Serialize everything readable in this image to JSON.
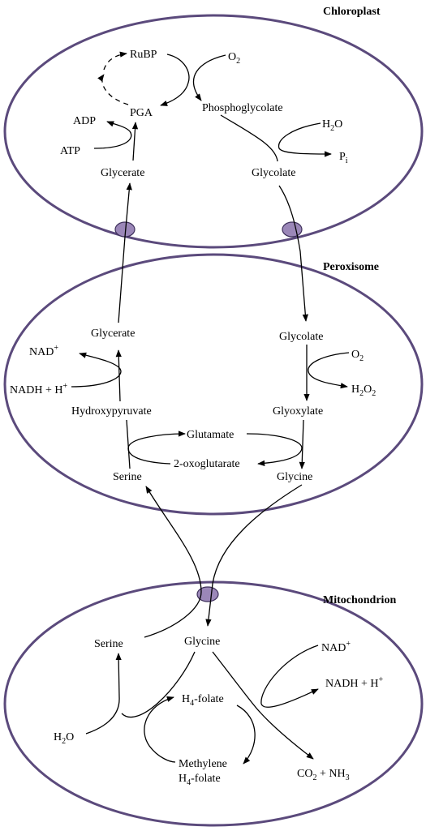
{
  "compartments": {
    "chloroplast": "Chloroplast",
    "peroxisome": "Peroxisome",
    "mitochondrion": "Mitochondrion"
  },
  "chloroplast": {
    "rubp": "RuBP",
    "o2": "O",
    "o2_sub": "2",
    "pga": "PGA",
    "adp": "ADP",
    "atp": "ATP",
    "phosphoglycolate": "Phosphoglycolate",
    "h2o_a": "H",
    "h2o_sub": "2",
    "h2o_b": "O",
    "pi": "P",
    "pi_sub": "i",
    "glycerate": "Glycerate",
    "glycolate": "Glycolate"
  },
  "peroxisome": {
    "glycerate": "Glycerate",
    "nad": "NAD",
    "nad_sup": "+",
    "nadh": "NADH + H",
    "nadh_sup": "+",
    "hydroxypyruvate": "Hydroxypyruvate",
    "glycolate": "Glycolate",
    "o2": "O",
    "o2_sub": "2",
    "h2o2_a": "H",
    "h2o2_sub1": "2",
    "h2o2_b": "O",
    "h2o2_sub2": "2",
    "glyoxylate": "Glyoxylate",
    "glutamate": "Glutamate",
    "oxoglutarate": "2-oxoglutarate",
    "serine": "Serine",
    "glycine": "Glycine"
  },
  "mitochondrion": {
    "serine": "Serine",
    "glycine": "Glycine",
    "nad": "NAD",
    "nad_sup": "+",
    "nadh": "NADH + H",
    "nadh_sup": "+",
    "h4folate_a": "H",
    "h4folate_sub": "4",
    "h4folate_b": "-folate",
    "h2o_a": "H",
    "h2o_sub": "2",
    "h2o_b": "O",
    "methylene": "Methylene",
    "methylene2_a": "H",
    "methylene2_sub": "4",
    "methylene2_b": "-folate",
    "co2_a": "CO",
    "co2_sub": "2",
    "co2_b": " + NH",
    "nh3_sub": "3"
  },
  "colors": {
    "membrane": "#5b4a7c",
    "transporter": "#9b87b8"
  }
}
